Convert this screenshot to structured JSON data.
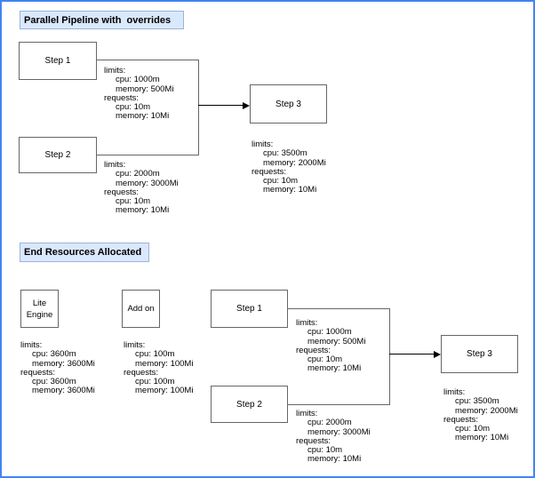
{
  "colors": {
    "frame": "#4285f4",
    "title_fill": "#dae8fc",
    "title_border": "#9cb3d9",
    "box_border": "#666666",
    "line_color": "#666666"
  },
  "top_diagram": {
    "title": "Parallel Pipeline with  overrides",
    "step1": {
      "label": "Step 1"
    },
    "step2": {
      "label": "Step 2"
    },
    "step3": {
      "label": "Step 3"
    },
    "step1_resources": [
      "limits:",
      "cpu: 1000m",
      "memory: 500Mi",
      "requests:",
      "cpu: 10m",
      "memory: 10Mi"
    ],
    "step2_resources": [
      "limits:",
      "cpu: 2000m",
      "memory: 3000Mi",
      "requests:",
      "cpu: 10m",
      "memory: 10Mi"
    ],
    "step3_resources": [
      "limits:",
      "cpu: 3500m",
      "memory: 2000Mi",
      "requests:",
      "cpu: 10m",
      "memory: 10Mi"
    ]
  },
  "bottom_diagram": {
    "title": "End Resources Allocated",
    "lite_engine": {
      "label_line1": "Lite",
      "label_line2": "Engine"
    },
    "addon": {
      "label": "Add on"
    },
    "step1": {
      "label": "Step 1"
    },
    "step2": {
      "label": "Step 2"
    },
    "step3": {
      "label": "Step 3"
    },
    "lite_engine_resources": [
      "limits:",
      "cpu: 3600m",
      "memory: 3600Mi",
      "requests:",
      "cpu: 3600m",
      "memory: 3600Mi"
    ],
    "addon_resources": [
      "limits:",
      "cpu: 100m",
      "memory: 100Mi",
      "requests:",
      "cpu: 100m",
      "memory: 100Mi"
    ],
    "step1_resources": [
      "limits:",
      "cpu: 1000m",
      "memory: 500Mi",
      "requests:",
      "cpu: 10m",
      "memory: 10Mi"
    ],
    "step2_resources": [
      "limits:",
      "cpu: 2000m",
      "memory: 3000Mi",
      "requests:",
      "cpu: 10m",
      "memory: 10Mi"
    ],
    "step3_resources": [
      "limits:",
      "cpu: 3500m",
      "memory: 2000Mi",
      "requests:",
      "cpu: 10m",
      "memory: 10Mi"
    ]
  }
}
